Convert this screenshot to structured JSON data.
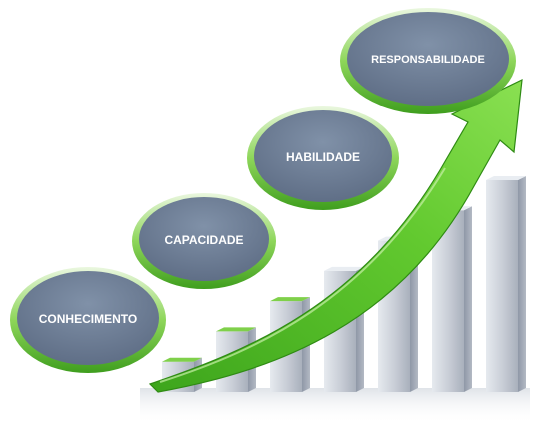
{
  "stages": [
    {
      "label": "CONHECIMENTO"
    },
    {
      "label": "CAPACIDADE"
    },
    {
      "label": "HABILIDADE"
    },
    {
      "label": "RESPONSABILIDADE"
    }
  ],
  "colors": {
    "ellipse_fill": "#6d7d96",
    "ellipse_rim": "#5cbf2a",
    "arrow": "#5fc42c",
    "bar_face": "#c9cfd8",
    "bar_side": "#9aa3b1",
    "bar_top_green": "#7fd04a"
  },
  "bars_relative_heights": [
    1,
    2,
    3,
    4,
    5,
    6,
    7
  ]
}
